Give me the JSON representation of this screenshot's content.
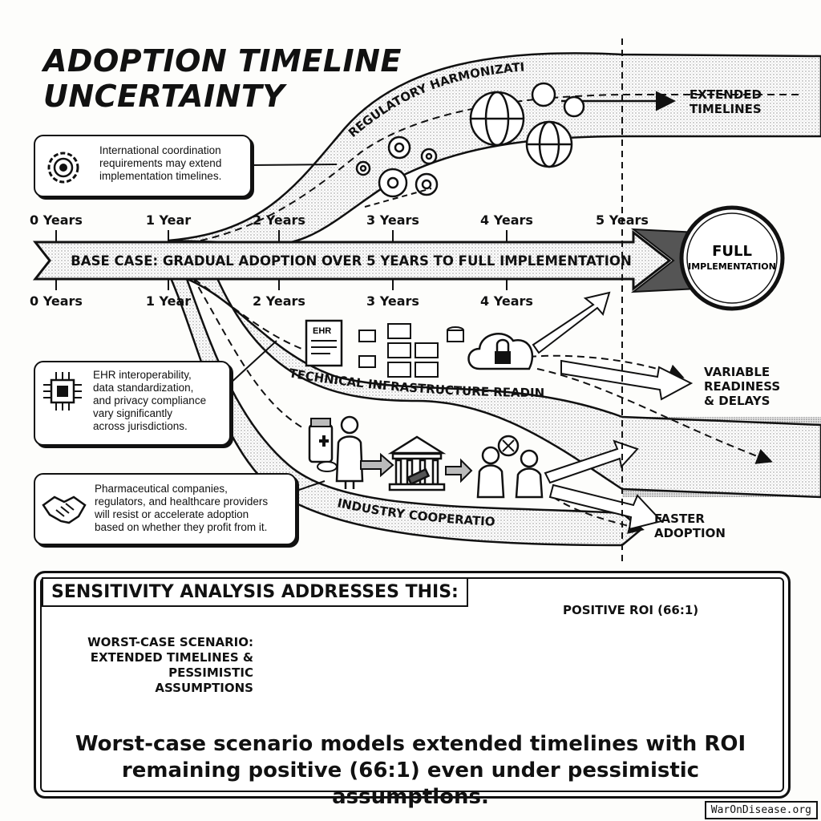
{
  "title": [
    "ADOPTION TIMELINE",
    "UNCERTAINTY"
  ],
  "timeline": {
    "years_top": [
      "0 Years",
      "1 Year",
      "2 Years",
      "3 Years",
      "4 Years",
      "5 Years"
    ],
    "years_bottom": [
      "0 Years",
      "1 Year",
      "2 Years",
      "3 Years",
      "4 Years"
    ],
    "base_case": "BASE CASE: GRADUAL ADOPTION OVER 5 YEARS TO FULL IMPLEMENTATION",
    "endpoint": [
      "FULL",
      "IMPLEMENTATION"
    ]
  },
  "paths": {
    "regulatory": "REGULATORY HARMONIZATION",
    "technical": "TECHNICAL INFRASTRUCTURE READINESS",
    "industry": "INDUSTRY COOPERATION",
    "ehr_label": "EHR"
  },
  "outcomes": {
    "extended": [
      "EXTENDED",
      "TIMELINES"
    ],
    "variable": [
      "VARIABLE",
      "READINESS",
      "& DELAYS"
    ],
    "faster": [
      "FASTER",
      "ADOPTION"
    ]
  },
  "callouts": {
    "regulatory": [
      "International coordination",
      "requirements may extend",
      "implementation timelines."
    ],
    "technical": [
      "EHR interoperability,",
      "data standardization,",
      "and privacy compliance",
      "vary significantly",
      "across jurisdictions."
    ],
    "industry": [
      "Pharmaceutical companies,",
      "regulators, and healthcare providers",
      "will resist or accelerate adoption",
      "based on whether they profit from it."
    ]
  },
  "sensitivity": {
    "title": "SENSITIVITY ANALYSIS ADDRESSES THIS:",
    "positive": "POSITIVE ROI (66:1)",
    "worst": [
      "WORST-CASE SCENARIO:",
      "EXTENDED TIMELINES &",
      "PESSIMISTIC ASSUMPTIONS"
    ],
    "conclusion": [
      "Worst-case scenario models extended timelines with ROI",
      "remaining positive (66:1) even under pessimistic assumptions."
    ]
  },
  "credit": "WarOnDisease.org"
}
